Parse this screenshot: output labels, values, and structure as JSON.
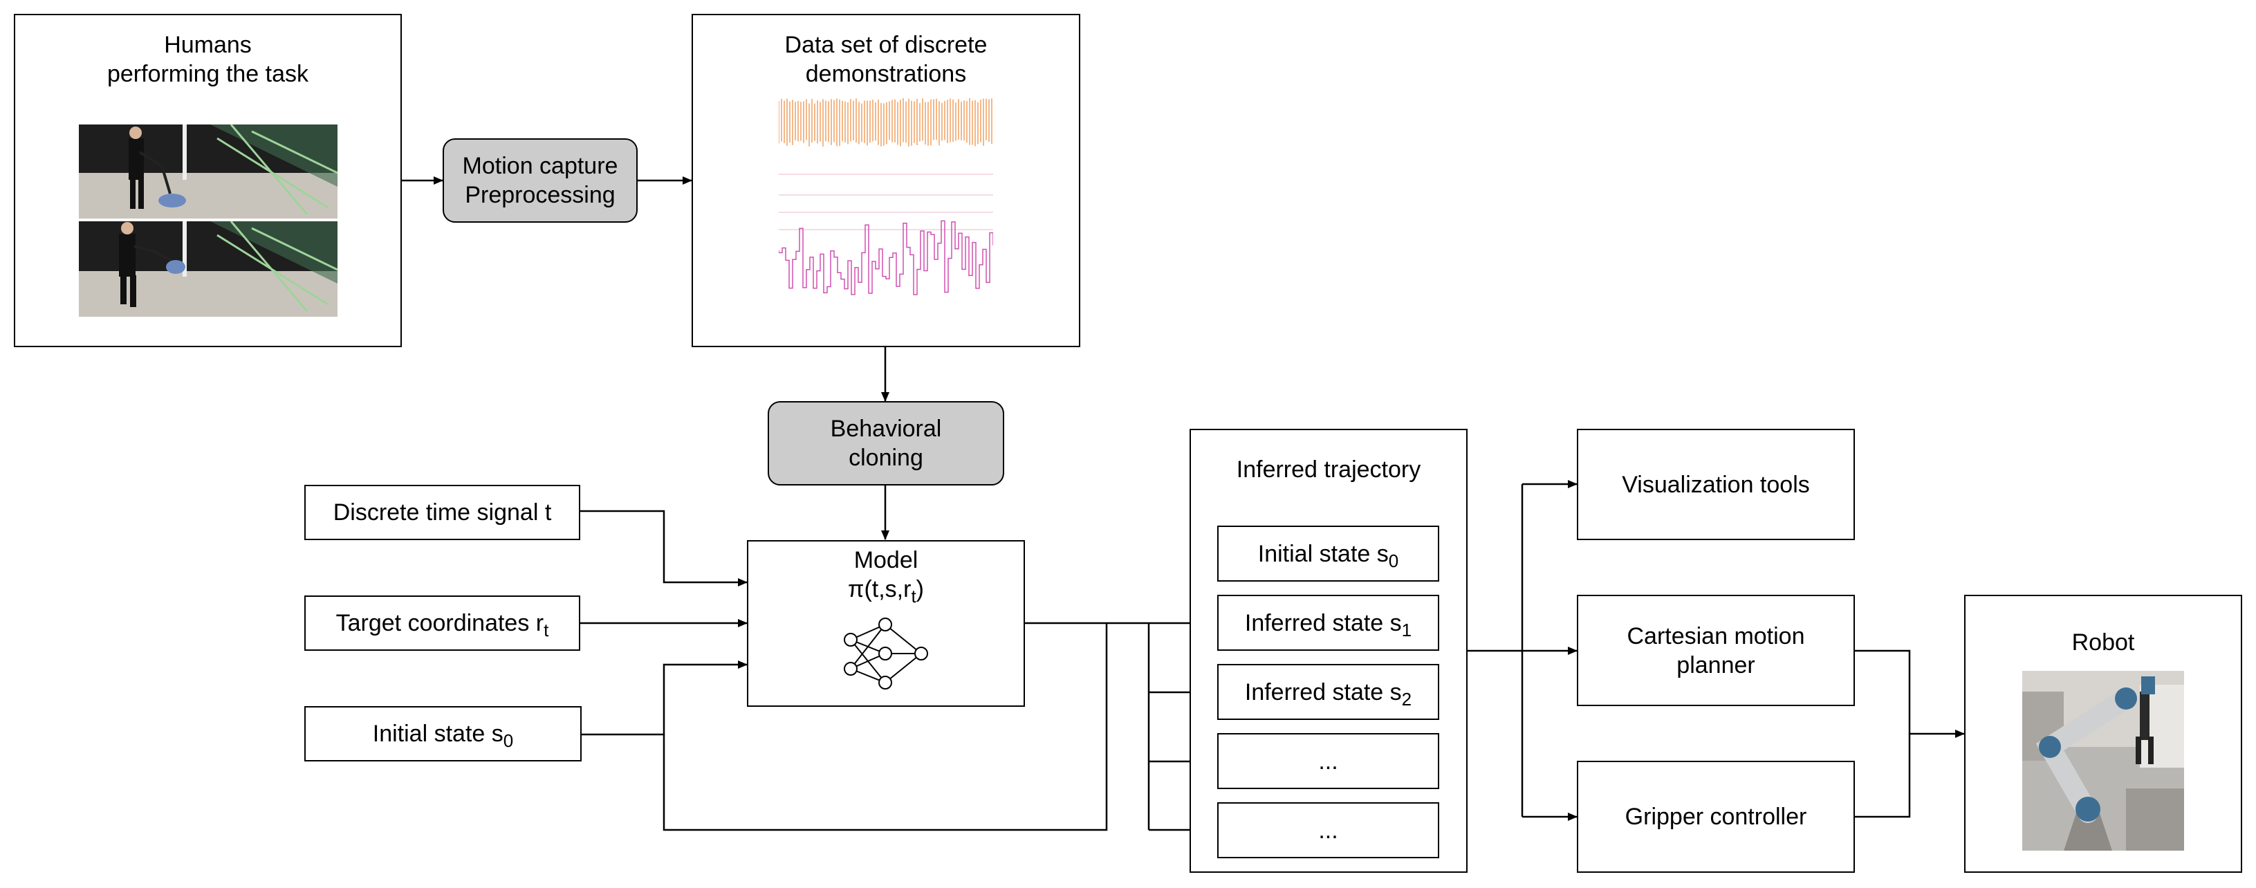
{
  "humans_box": {
    "line1": "Humans",
    "line2": "performing the task"
  },
  "motion_capture": {
    "line1": "Motion capture",
    "line2": "Preprocessing"
  },
  "dataset_box": {
    "line1": "Data set of discrete",
    "line2": "demonstrations"
  },
  "behavioral_cloning": {
    "line1": "Behavioral",
    "line2": "cloning"
  },
  "inputs": {
    "time_signal": "Discrete time signal t",
    "target_coords": {
      "text": "Target coordinates r",
      "sub": "t"
    },
    "initial_state": {
      "text": "Initial state s",
      "sub": "0"
    }
  },
  "model": {
    "title": "Model",
    "formula": "π(t,s,r",
    "formula_sub": "t",
    "formula_end": ")"
  },
  "trajectory": {
    "title": "Inferred trajectory",
    "states": [
      {
        "text": "Initial state s",
        "sub": "0"
      },
      {
        "text": "Inferred state s",
        "sub": "1"
      },
      {
        "text": "Inferred state s",
        "sub": "2"
      },
      {
        "text": "...",
        "sub": ""
      },
      {
        "text": "...",
        "sub": ""
      }
    ]
  },
  "outputs": {
    "visualization": "Visualization tools",
    "cartesian": {
      "line1": "Cartesian motion",
      "line2": "planner"
    },
    "gripper": "Gripper controller"
  },
  "robot": {
    "title": "Robot"
  },
  "colors": {
    "gray_fill": "#cccccc",
    "signal_top": "#f0a060",
    "signal_bottom": "#d050b0",
    "line": "#000000"
  }
}
